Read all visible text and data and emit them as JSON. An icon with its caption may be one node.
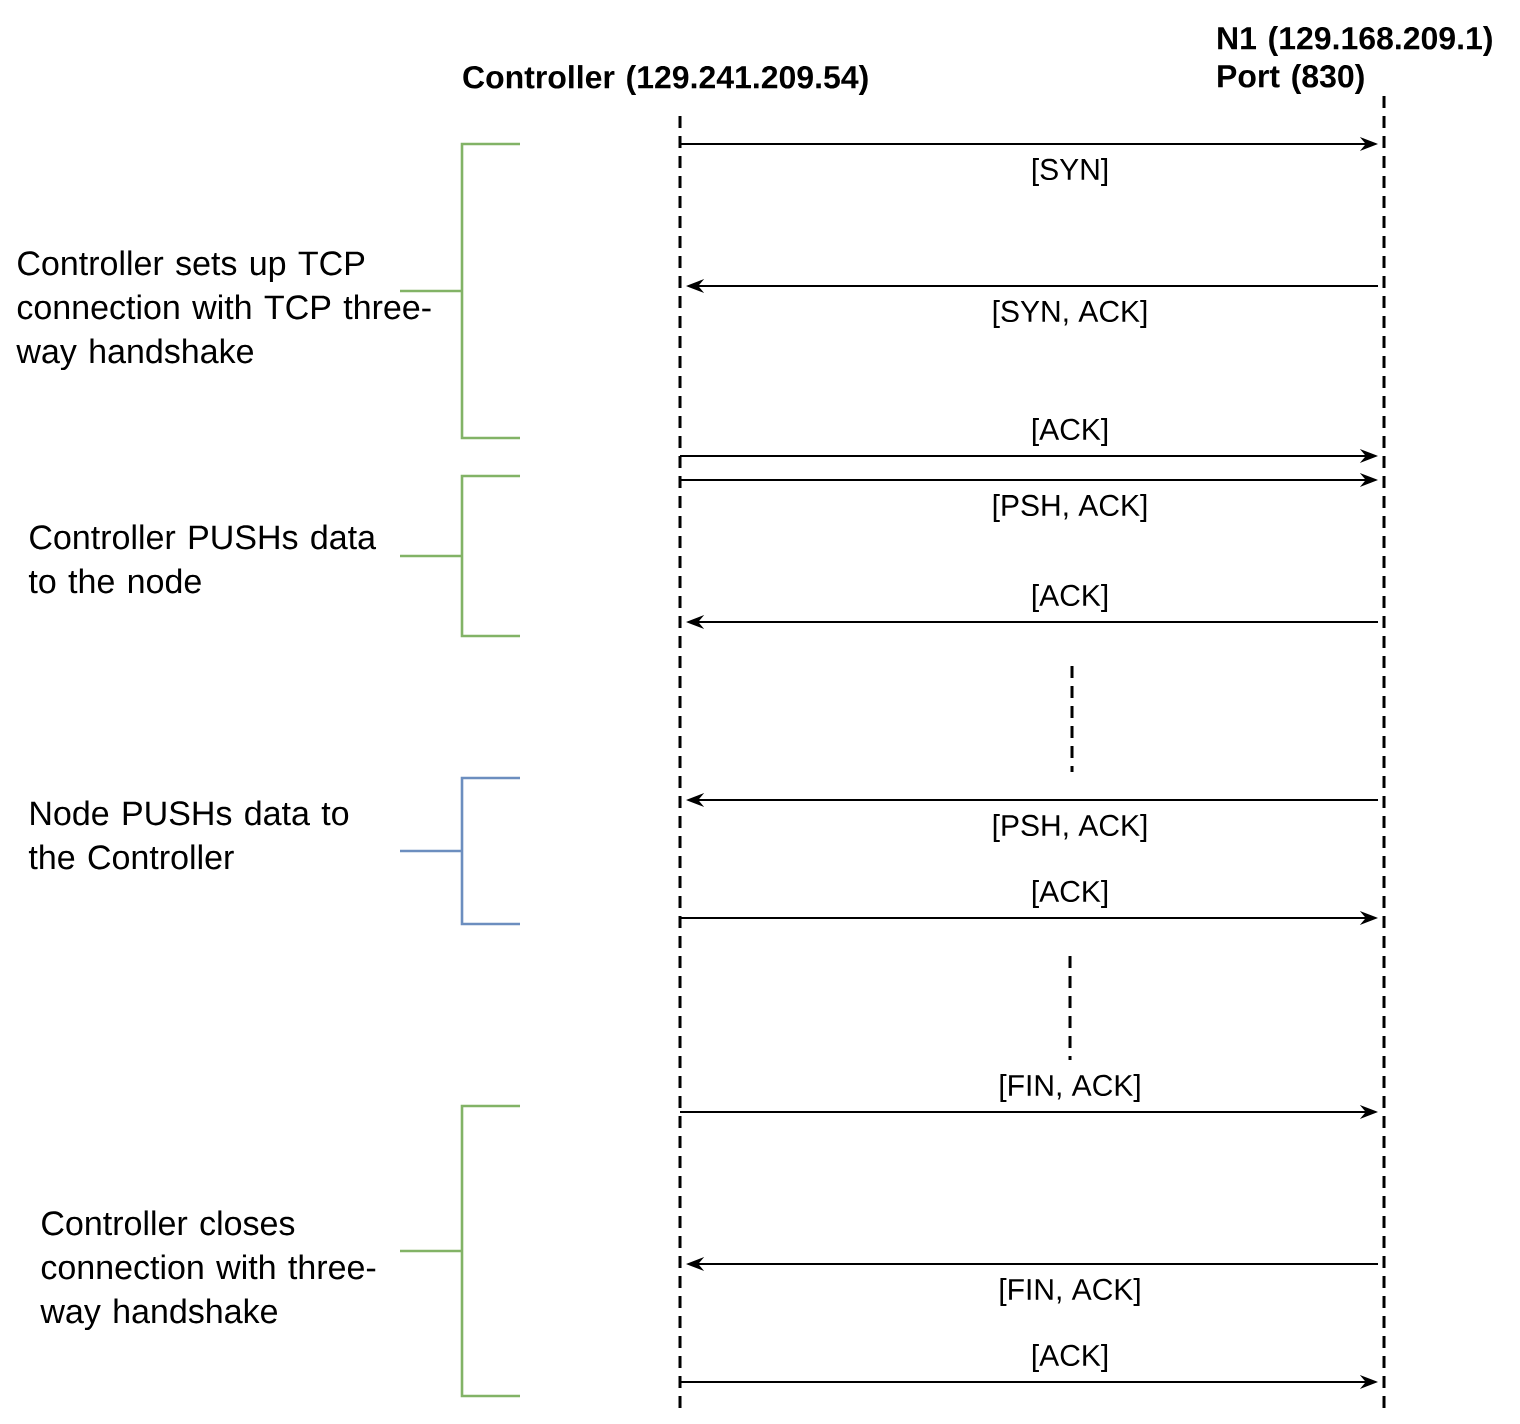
{
  "diagram": {
    "nodes": [
      {
        "text": [
          "Controller (129.241.209.54)"
        ]
      },
      {
        "text": [
          "N1 (129.168.209.1) Port (830)"
        ]
      }
    ],
    "edges": [
      {
        "from": 0,
        "to": 1,
        "arrow": "to",
        "label": "[SYN]"
      },
      {
        "from": 1,
        "to": 0,
        "arrow": "to",
        "label": "[SYN, ACK]"
      },
      {
        "from": 0,
        "to": 1,
        "arrow": "to",
        "label": "[ACK]"
      },
      {
        "from": 0,
        "to": 1,
        "arrow": "to",
        "label": "[PSH, ACK]"
      },
      {
        "from": 1,
        "to": 0,
        "arrow": "to",
        "label": "[ACK]"
      },
      {
        "from": 1,
        "to": 0,
        "arrow": "to",
        "label": "[PSH, ACK]"
      },
      {
        "from": 0,
        "to": 1,
        "arrow": "to",
        "label": "[ACK]"
      },
      {
        "from": 0,
        "to": 1,
        "arrow": "to",
        "label": "[FIN, ACK]"
      },
      {
        "from": 1,
        "to": 0,
        "arrow": "to",
        "label": "[FIN, ACK]"
      },
      {
        "from": 0,
        "to": 1,
        "arrow": "to",
        "label": "[ACK]"
      }
    ],
    "labels": [
      "Controller sets up TCP connection with TCP three-way handshake",
      "Controller PUSHs data to the node",
      "Node PUSHs data to the Controller",
      "Controller closes connection with three-way handshake"
    ]
  }
}
